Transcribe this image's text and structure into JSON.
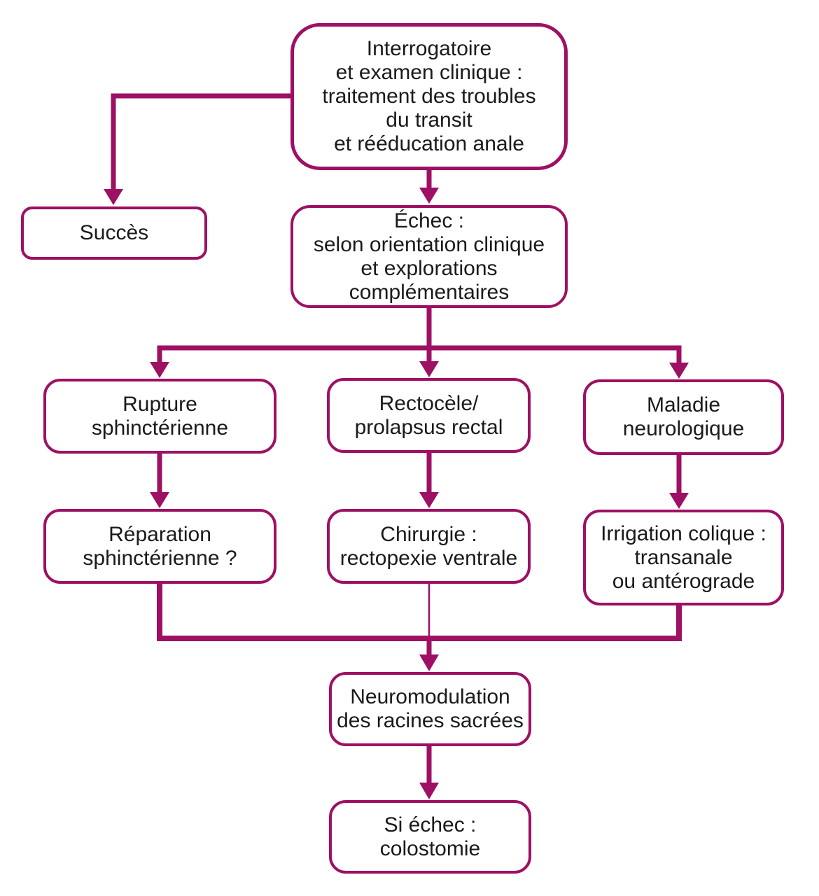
{
  "figure": {
    "type": "flowchart",
    "language": "fr"
  },
  "colors": {
    "accent": "#9E1063",
    "text": "#1A1A1A",
    "background": "#FFFFFF"
  },
  "nodes": {
    "start": {
      "text": "Interrogatoire\net examen clinique :\ntraitement des troubles\ndu transit\net rééducation anale"
    },
    "succes": {
      "text": "Succès"
    },
    "echec": {
      "text": "Échec :\nselon orientation clinique\net explorations\ncomplémentaires"
    },
    "rupture": {
      "text": "Rupture\nsphinctérienne"
    },
    "rectocele": {
      "text": "Rectocèle/\nprolapsus rectal"
    },
    "maladie": {
      "text": "Maladie\nneurologique"
    },
    "reparation": {
      "text": "Réparation\nsphinctérienne ?"
    },
    "chirurgie": {
      "text": "Chirurgie :\nrectopexie ventrale"
    },
    "irrigation": {
      "text": "Irrigation colique :\ntransanale\nou antérograde"
    },
    "neuromodulation": {
      "text": "Neuromodulation\ndes racines sacrées"
    },
    "colostomie": {
      "text": "Si échec :\ncolostomie"
    }
  },
  "edges": [
    {
      "from": "start",
      "to": "succes"
    },
    {
      "from": "start",
      "to": "echec"
    },
    {
      "from": "echec",
      "to": "rupture"
    },
    {
      "from": "echec",
      "to": "rectocele"
    },
    {
      "from": "echec",
      "to": "maladie"
    },
    {
      "from": "rupture",
      "to": "reparation"
    },
    {
      "from": "rectocele",
      "to": "chirurgie"
    },
    {
      "from": "maladie",
      "to": "irrigation"
    },
    {
      "from": "reparation",
      "to": "neuromodulation"
    },
    {
      "from": "chirurgie",
      "to": "neuromodulation"
    },
    {
      "from": "irrigation",
      "to": "neuromodulation"
    },
    {
      "from": "neuromodulation",
      "to": "colostomie"
    }
  ]
}
